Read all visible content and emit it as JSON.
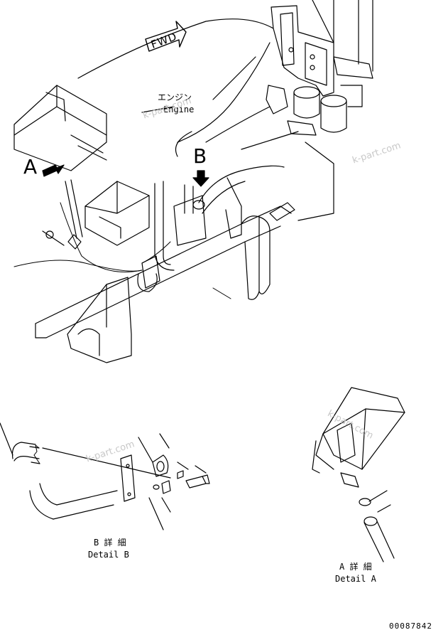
{
  "labels": {
    "fwd": "FWD",
    "engine_jp": "エンジン",
    "engine_en": "Engine",
    "callout_a": "A",
    "callout_b": "B",
    "detail_b_jp": "B 詳 細",
    "detail_b_en": "Detail B",
    "detail_a_jp": "A 詳 細",
    "detail_a_en": "Detail A",
    "drawing_number": "00087842"
  },
  "watermarks": [
    "k-part.com",
    "k-part.com",
    "k-part.com",
    "k-part.com"
  ],
  "colors": {
    "line": "#000000",
    "watermark": "#c8c8c8",
    "background": "#ffffff"
  }
}
